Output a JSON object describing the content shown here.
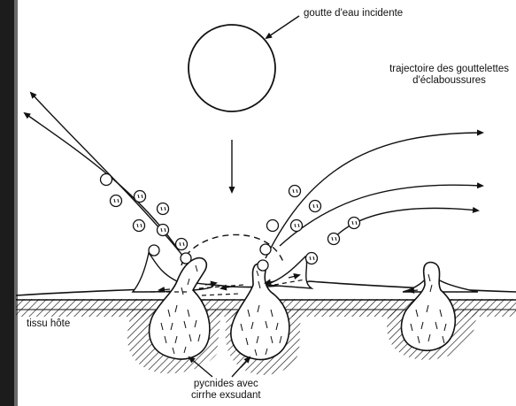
{
  "labels": {
    "incident_drop": "goutte d'eau incidente",
    "trajectory_line1": "trajectoire des gouttelettes",
    "trajectory_line2": "d'éclaboussures",
    "host_tissue": "tissu hôte",
    "pycnidia_line1": "pycnides avec",
    "pycnidia_line2": "cirrhe exsudant"
  },
  "colors": {
    "ink": "#111111",
    "background": "#ffffff",
    "edge": "#1a1a1a"
  }
}
